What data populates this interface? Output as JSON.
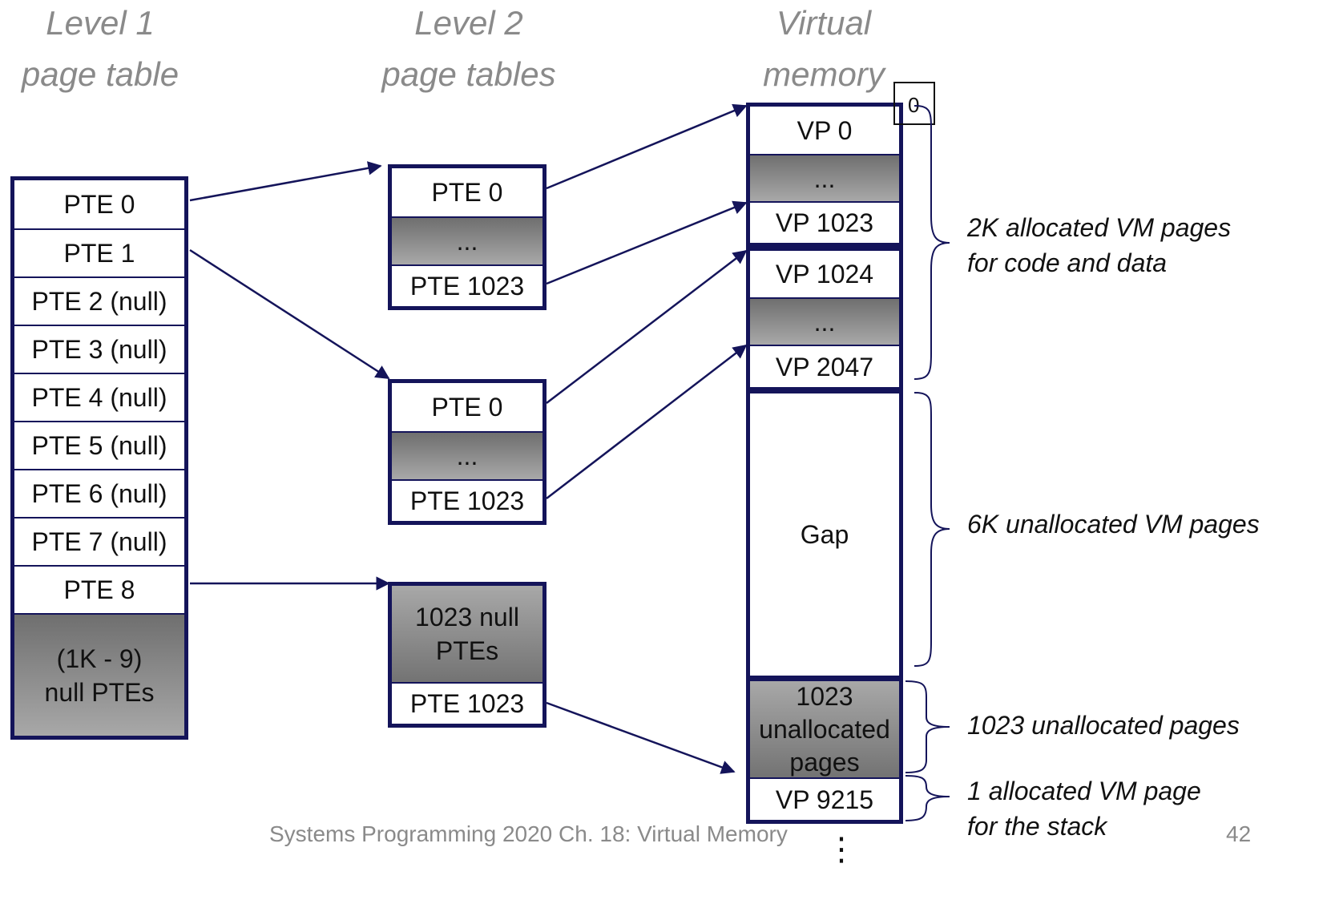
{
  "headings": {
    "level1": [
      "Level 1",
      "page table"
    ],
    "level2": [
      "Level 2",
      "page tables"
    ],
    "virtual": [
      "Virtual",
      "memory"
    ]
  },
  "level1_table": [
    "PTE 0",
    "PTE 1",
    "PTE 2 (null)",
    "PTE 3 (null)",
    "PTE 4 (null)",
    "PTE 5 (null)",
    "PTE 6 (null)",
    "PTE 7 (null)",
    "PTE 8",
    "(1K - 9)\nnull PTEs"
  ],
  "level2_tables": [
    [
      "PTE 0",
      "...",
      "PTE 1023"
    ],
    [
      "PTE 0",
      "...",
      "PTE 1023"
    ],
    [
      "1023 null\nPTEs",
      "PTE 1023"
    ]
  ],
  "virtual_memory": [
    "VP 0",
    "...",
    "VP 1023",
    "VP 1024",
    "...",
    "VP 2047",
    "Gap",
    "1023\nunallocated\npages",
    "VP 9215"
  ],
  "corner_label": "0",
  "annotations": {
    "code_data": [
      "2K allocated VM pages",
      "for code and data"
    ],
    "gap": "6K unallocated VM pages",
    "unallocated": "1023 unallocated  pages",
    "stack": [
      "1 allocated VM page",
      "for the stack"
    ]
  },
  "footer": {
    "text": "Systems Programming 2020 Ch. 18: Virtual Memory",
    "page": "42",
    "ellipsis": "⋮"
  },
  "colors": {
    "border": "#14145a",
    "arrow": "#14145a",
    "heading": "#8a8a8a"
  }
}
